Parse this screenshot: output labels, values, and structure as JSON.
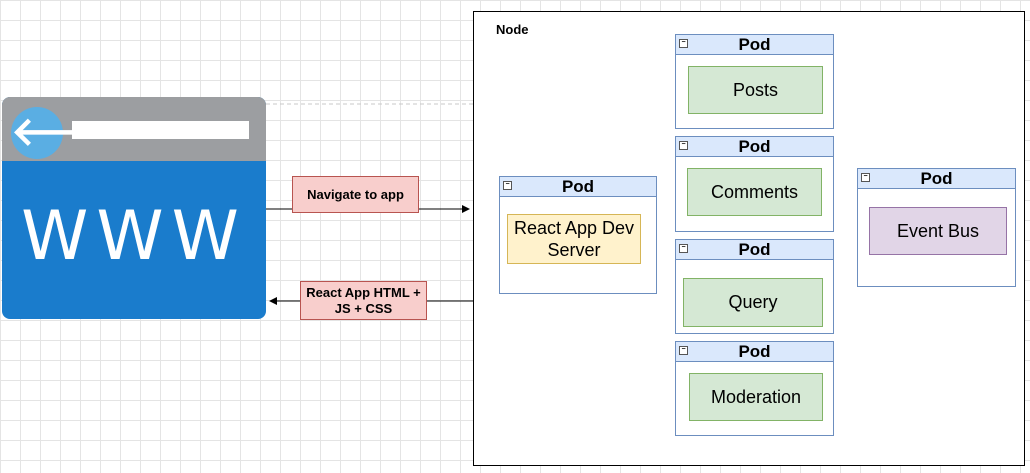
{
  "browser": {
    "text": "WWW",
    "back_glyph": "🡐"
  },
  "node": {
    "label": "Node"
  },
  "pods": [
    {
      "header": "Pod",
      "service": "React App Dev Server",
      "color": "#fff2cc"
    },
    {
      "header": "Pod",
      "service": "Posts",
      "color": "#d5e8d4"
    },
    {
      "header": "Pod",
      "service": "Comments",
      "color": "#d5e8d4"
    },
    {
      "header": "Pod",
      "service": "Query",
      "color": "#d5e8d4"
    },
    {
      "header": "Pod",
      "service": "Moderation",
      "color": "#d5e8d4"
    },
    {
      "header": "Pod",
      "service": "Event Bus",
      "color": "#e1d5e7"
    }
  ],
  "arrows": {
    "request": "Navigate to app",
    "response": "React App HTML + JS + CSS"
  }
}
